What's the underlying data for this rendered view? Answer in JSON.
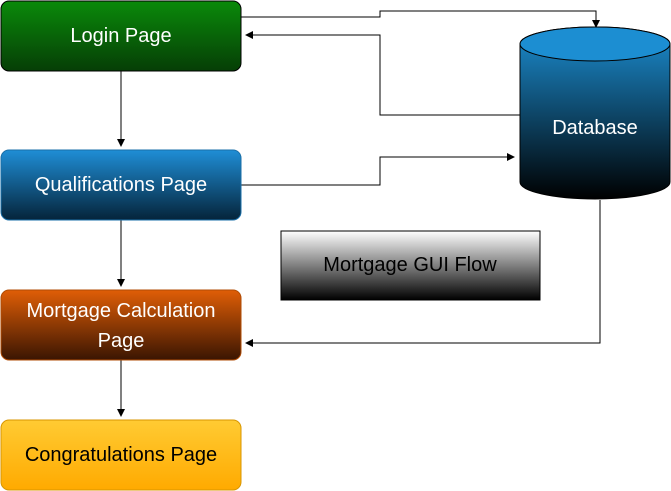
{
  "diagram": {
    "title": "Mortgage GUI Flow",
    "nodes": {
      "login": "Login Page",
      "qualifications": "Qualifications Page",
      "mortgage_calc_line1": "Mortgage Calculation",
      "mortgage_calc_line2": "Page",
      "congratulations": "Congratulations Page",
      "database": "Database"
    }
  }
}
